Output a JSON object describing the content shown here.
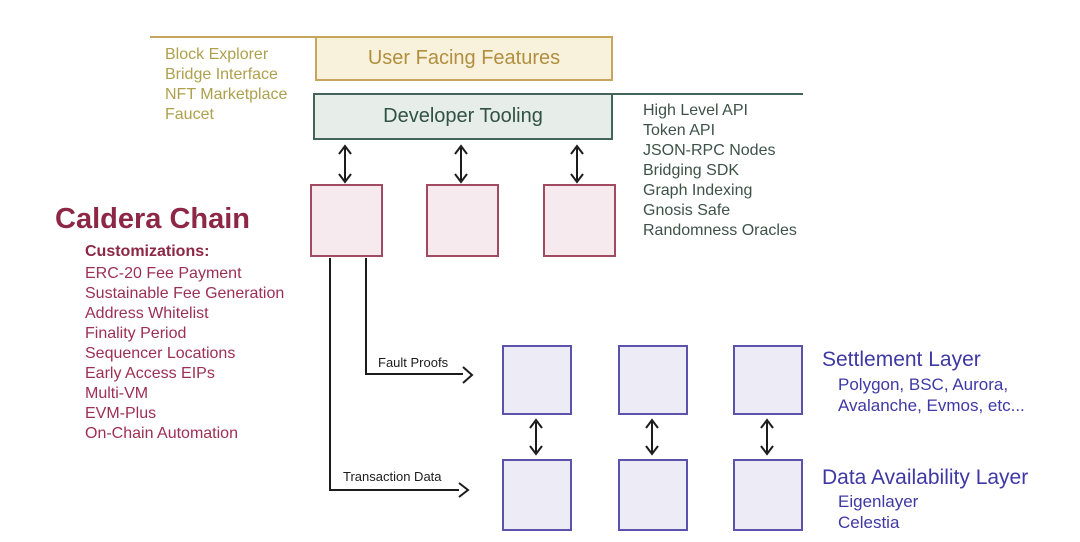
{
  "colors": {
    "gold_border": "#C8A55C",
    "gold_fill": "#F8F1DC",
    "gold_title_text": "#B18F3E",
    "gold_list_text": "#AFA04E",
    "green_border": "#44635A",
    "green_fill": "#E7EDE8",
    "green_title_text": "#315246",
    "green_list_text": "#3E5249",
    "maroon_title": "#8D2746",
    "maroon_list_text": "#9C2F52",
    "pink_square_fill": "#F7EAEE",
    "pink_square_border": "#A34A63",
    "purple_square_fill": "#EDECF6",
    "purple_square_border": "#5C52AB",
    "blue_text": "#3E38A4",
    "arrow": "#1C1C1C"
  },
  "user_facing": {
    "title": "User Facing Features",
    "side_items": [
      "Block Explorer",
      "Bridge Interface",
      "NFT Marketplace",
      "Faucet"
    ]
  },
  "developer_tooling": {
    "title": "Developer Tooling",
    "side_items": [
      "High Level API",
      "Token API",
      "JSON-RPC Nodes",
      "Bridging SDK",
      "Graph Indexing",
      "Gnosis Safe",
      "Randomness Oracles"
    ]
  },
  "caldera": {
    "title": "Caldera Chain",
    "subtitle": "Customizations:",
    "items": [
      "ERC-20 Fee Payment",
      "Sustainable Fee Generation",
      "Address Whitelist",
      "Finality Period",
      "Sequencer Locations",
      "Early Access EIPs",
      "Multi-VM",
      "EVM-Plus",
      "On-Chain Automation"
    ]
  },
  "flow_labels": {
    "fault_proofs": "Fault Proofs",
    "transaction_data": "Transaction Data"
  },
  "settlement": {
    "title": "Settlement Layer",
    "items": [
      "Polygon, BSC, Aurora,",
      "Avalanche, Evmos, etc..."
    ]
  },
  "data_availability": {
    "title": "Data Availability Layer",
    "items": [
      "Eigenlayer",
      "Celestia"
    ]
  }
}
